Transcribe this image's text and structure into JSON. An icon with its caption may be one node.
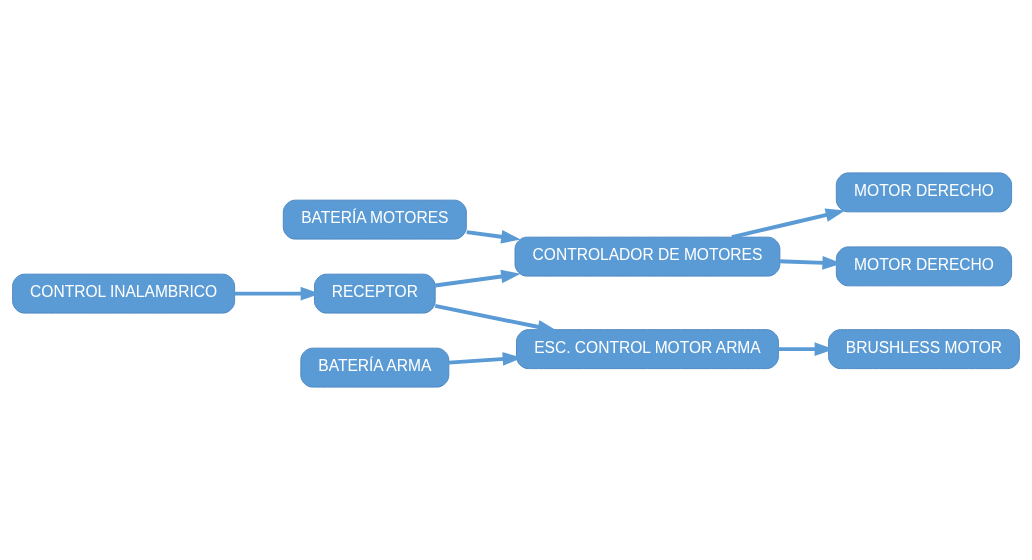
{
  "diagram": {
    "nodes": [
      {
        "text": [
          "CONTROL INALAMBRICO"
        ]
      },
      {
        "text": [
          "RECEPTOR"
        ]
      },
      {
        "text": [
          "BATERÍA MOTORES"
        ]
      },
      {
        "text": [
          "CONTROLADOR DE MOTORES"
        ]
      },
      {
        "text": [
          "MOTOR DERECHO"
        ]
      },
      {
        "text": [
          "MOTOR DERECHO"
        ]
      },
      {
        "text": [
          "BATERÍA ARMA"
        ]
      },
      {
        "text": [
          "ESC. CONTROL MOTOR ARMA"
        ]
      },
      {
        "text": [
          "BRUSHLESS MOTOR"
        ]
      }
    ],
    "edges": [
      {
        "from": 0,
        "to": 1,
        "arrow": "to"
      },
      {
        "from": 1,
        "to": 3,
        "arrow": "to"
      },
      {
        "from": 2,
        "to": 3,
        "arrow": "to"
      },
      {
        "from": 3,
        "to": 4,
        "arrow": "to"
      },
      {
        "from": 3,
        "to": 5,
        "arrow": "to"
      },
      {
        "from": 1,
        "to": 7,
        "arrow": "to"
      },
      {
        "from": 6,
        "to": 7,
        "arrow": "to"
      },
      {
        "from": 7,
        "to": 8,
        "arrow": "to"
      }
    ]
  }
}
